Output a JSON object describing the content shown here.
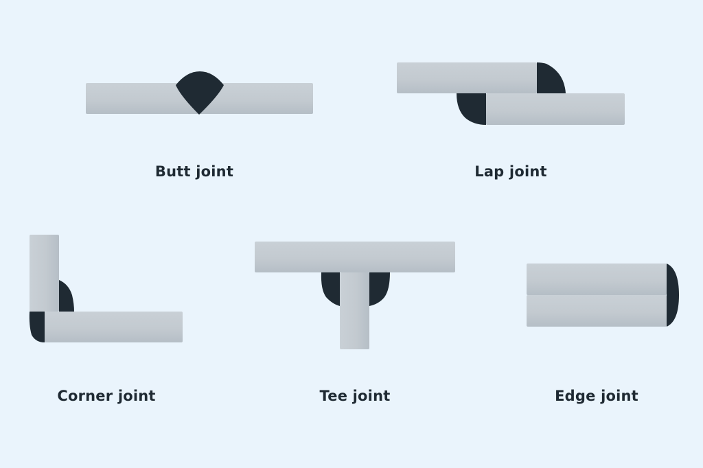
{
  "labels": {
    "butt": "Butt joint",
    "lap": "Lap joint",
    "corner": "Corner joint",
    "tee": "Tee joint",
    "edge": "Edge joint"
  },
  "colors": {
    "background": "#eaf4fc",
    "weld": "#1f2a33",
    "metal_light": "#c6cdd3",
    "metal_dark": "#b4bdc5",
    "text": "#1f2a33"
  }
}
